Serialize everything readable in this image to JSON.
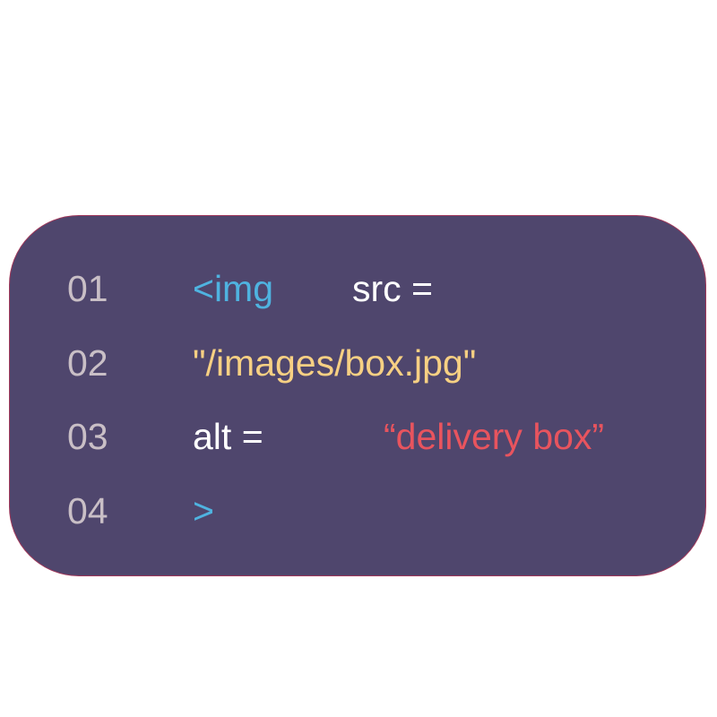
{
  "colors": {
    "background": "#4f466d",
    "line_number": "#c9bfc6",
    "tag": "#4fb3e0",
    "attribute": "#ffffff",
    "string_path": "#f7d083",
    "string_alt": "#e8545e"
  },
  "lines": [
    {
      "number": "01",
      "parts": [
        "<img",
        "src ="
      ]
    },
    {
      "number": "02",
      "parts": [
        "\"/images/box.jpg\""
      ]
    },
    {
      "number": "03",
      "parts": [
        "alt =",
        "“delivery box”"
      ]
    },
    {
      "number": "04",
      "parts": [
        ">"
      ]
    }
  ]
}
